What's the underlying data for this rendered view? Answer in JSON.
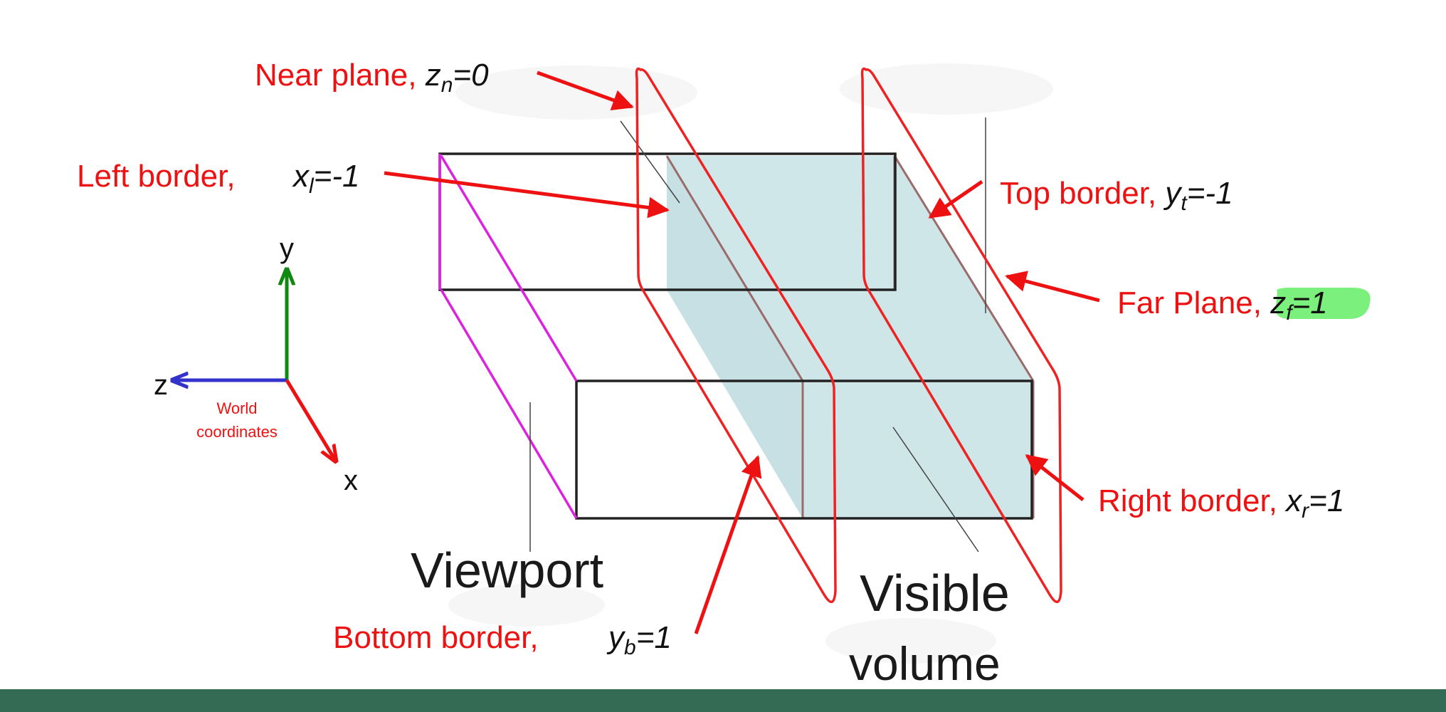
{
  "colors": {
    "annotation": "#ee1111",
    "volume_fill": "#cfe6e8",
    "near_far_planes": "#ee2222",
    "viewport_edges": "#dd22dd",
    "box_outline": "#222222",
    "axis_y": "#118811",
    "axis_z": "#3333cc",
    "axis_x": "#ee1111",
    "highlight": "#7cf07c",
    "footer_band": "#336b55"
  },
  "axes": {
    "y_label": "y",
    "z_label": "z",
    "x_label": "x",
    "caption_line1": "World",
    "caption_line2": "coordinates"
  },
  "labels": {
    "near": {
      "text": "Near plane, ",
      "var": "z",
      "sub": "n",
      "value": "=0"
    },
    "left": {
      "text": "Left border,",
      "var": "x",
      "sub": "l",
      "value": "=-1"
    },
    "top": {
      "text": "Top border, ",
      "var": "y",
      "sub": "t",
      "value": "=-1"
    },
    "far": {
      "text": "Far Plane, ",
      "var": "z",
      "sub": "f",
      "value": "=1"
    },
    "right": {
      "text": "Right border, ",
      "var": "x",
      "sub": "r",
      "value": "=1"
    },
    "bottom": {
      "text": "Bottom border,",
      "var": "y",
      "sub": "b",
      "value": "=1"
    }
  },
  "scene": {
    "viewport_label": "Viewport",
    "visible_label_line1": "Visible",
    "visible_label_line2": "volume"
  }
}
